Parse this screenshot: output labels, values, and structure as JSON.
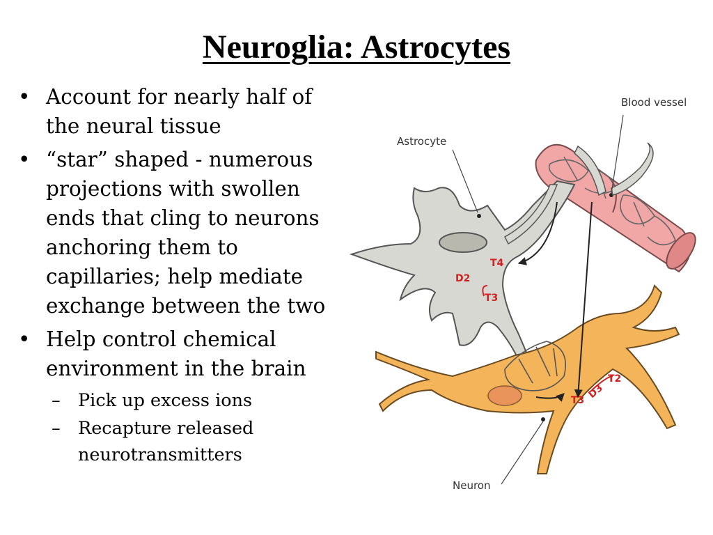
{
  "title": "Neuroglia: Astrocytes",
  "bullets": [
    {
      "text_lines": [
        "Account for nearly half of",
        "the neural tissue"
      ]
    },
    {
      "text_lines": [
        "“star” shaped - numerous",
        "projections with swollen",
        "ends that cling to neurons",
        "anchoring them to",
        "capillaries; help mediate",
        "exchange between the two"
      ]
    },
    {
      "text_lines": [
        "Help control chemical",
        "environment in the brain"
      ],
      "sub": [
        {
          "text_lines": [
            "Pick up excess ions"
          ]
        },
        {
          "text_lines": [
            "Recapture released",
            "neurotransmitters"
          ]
        }
      ]
    }
  ],
  "bullet_symbol": "•",
  "sub_symbol": "–",
  "diagram": {
    "labels": {
      "astrocyte": "Astrocyte",
      "blood_vessel": "Blood vessel",
      "neuron": "Neuron"
    },
    "hormones": {
      "t4": "T4",
      "d2": "D2",
      "t3_astro": "T3",
      "t3_neuron": "T3",
      "d3": "D3",
      "t2": "T2"
    },
    "colors": {
      "astrocyte": "#d8d8d2",
      "blood_vessel": "#f2a7a7",
      "neuron": "#f4b45a",
      "arrows": "#d32020"
    }
  }
}
